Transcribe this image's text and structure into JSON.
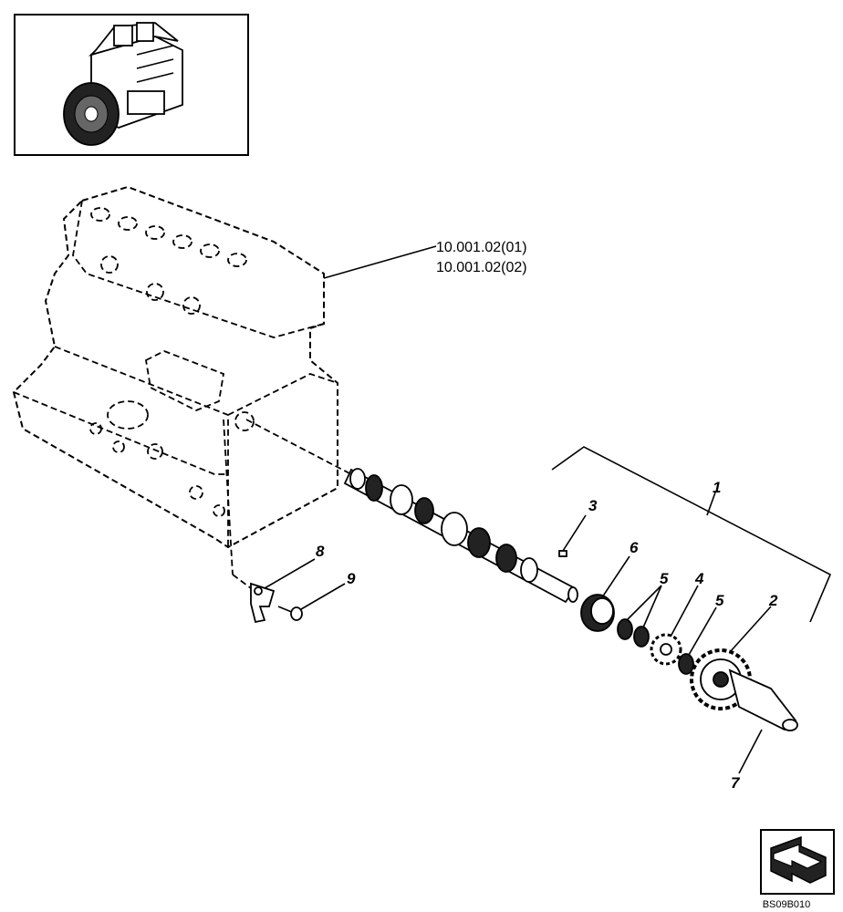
{
  "reference_links": [
    "10.001.02(01)",
    "10.001.02(02)"
  ],
  "callouts": {
    "assembly": "1",
    "gear": "2",
    "key": "3",
    "sprocket": "4",
    "washer_a": "5",
    "washer_b": "5",
    "bearing": "6",
    "housing": "7",
    "plate": "8",
    "bolt": "9"
  },
  "drawing_code": "BS09B010",
  "icons": {
    "engine_thumbnail": "engine-thumbnail-icon",
    "navigation": "nav-arrow-icon"
  }
}
